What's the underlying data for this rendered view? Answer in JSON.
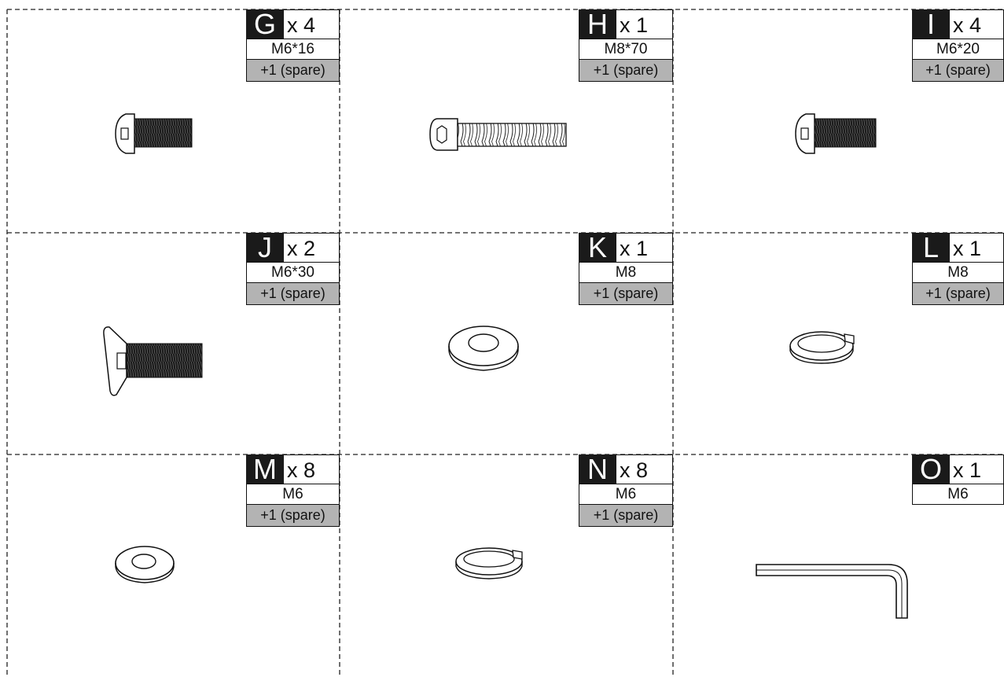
{
  "parts": [
    {
      "letter": "G",
      "qty": "x 4",
      "size": "M6*16",
      "spare": "+1  (spare)",
      "icon": "button-head-bolt-icon"
    },
    {
      "letter": "H",
      "qty": "x 1",
      "size": "M8*70",
      "spare": "+1  (spare)",
      "icon": "socket-cap-bolt-icon"
    },
    {
      "letter": "I",
      "qty": "x 4",
      "size": "M6*20",
      "spare": "+1  (spare)",
      "icon": "button-head-bolt-icon"
    },
    {
      "letter": "J",
      "qty": "x 2",
      "size": "M6*30",
      "spare": "+1  (spare)",
      "icon": "countersunk-bolt-icon"
    },
    {
      "letter": "K",
      "qty": "x 1",
      "size": "M8",
      "spare": "+1  (spare)",
      "icon": "flat-washer-icon"
    },
    {
      "letter": "L",
      "qty": "x 1",
      "size": "M8",
      "spare": "+1  (spare)",
      "icon": "spring-washer-icon"
    },
    {
      "letter": "M",
      "qty": "x 8",
      "size": "M6",
      "spare": "+1  (spare)",
      "icon": "flat-washer-icon"
    },
    {
      "letter": "N",
      "qty": "x 8",
      "size": "M6",
      "spare": "+1  (spare)",
      "icon": "spring-washer-icon"
    },
    {
      "letter": "O",
      "qty": "x 1",
      "size": "M6",
      "spare": null,
      "icon": "allen-key-icon"
    }
  ]
}
